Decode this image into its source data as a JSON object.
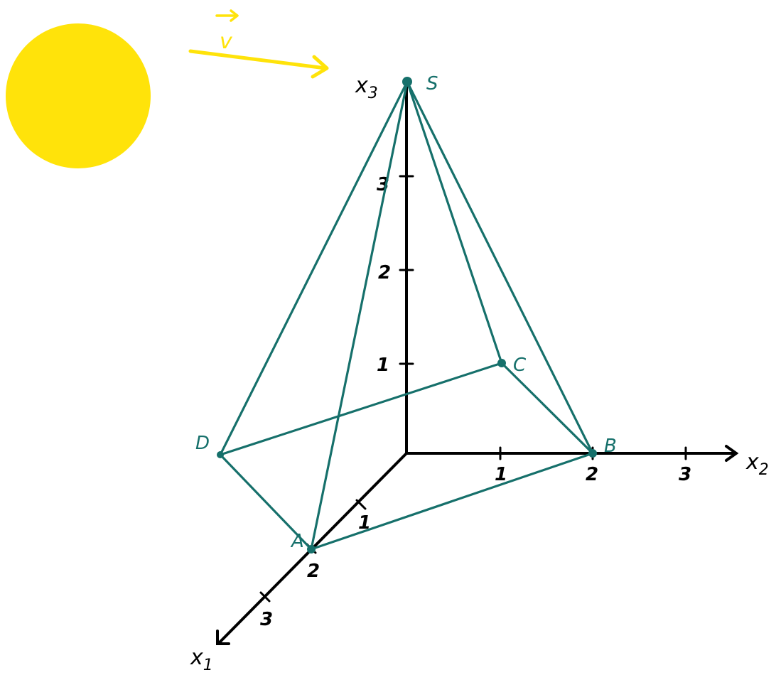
{
  "colors": {
    "edge": "#16706b",
    "axis": "#000000",
    "sun": "#ffe30a",
    "vector": "#ffe30a"
  },
  "sun": {
    "icon": "sun-icon"
  },
  "vector": {
    "letter": "v",
    "arrow": "→"
  },
  "axes": {
    "x1": {
      "letter": "x",
      "index": "1"
    },
    "x2": {
      "letter": "x",
      "index": "2"
    },
    "x3": {
      "letter": "x",
      "index": "3"
    }
  },
  "ticks": {
    "x1": [
      "1",
      "2",
      "3"
    ],
    "x2": [
      "1",
      "2",
      "3"
    ],
    "x3": [
      "1",
      "2",
      "3"
    ]
  },
  "vertices": {
    "A": "A",
    "B": "B",
    "C": "C",
    "D": "D",
    "S": "S"
  }
}
